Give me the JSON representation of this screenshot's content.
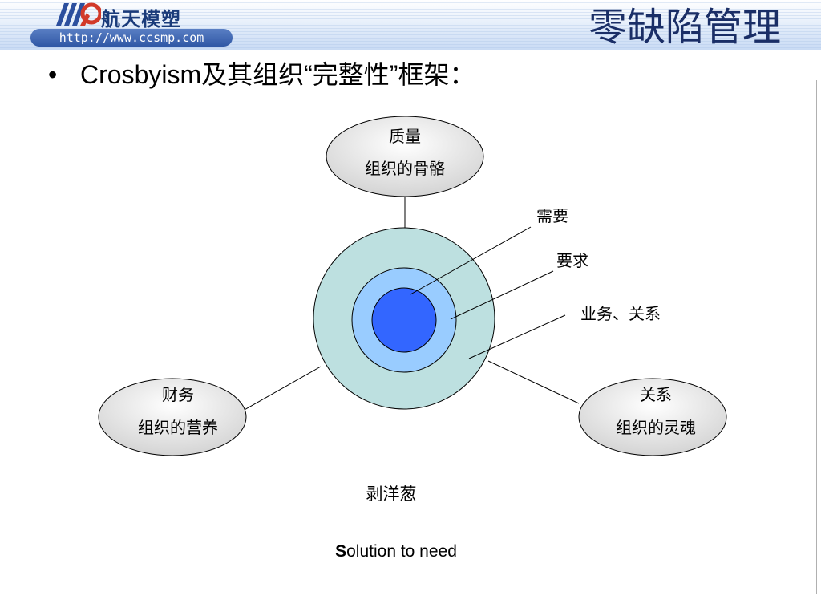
{
  "header": {
    "logo_text": "航天模塑",
    "url": "http://www.ccsmp.com",
    "title": "零缺陷管理"
  },
  "bullet": {
    "text": "Crosbyism及其组织“完整性”框架："
  },
  "diagram": {
    "top_node": {
      "line1": "质量",
      "line2": "组织的骨骼"
    },
    "left_node": {
      "line1": "财务",
      "line2": "组织的营养"
    },
    "right_node": {
      "line1": "关系",
      "line2": "组织的灵魂"
    },
    "ring_labels": {
      "inner": "需要",
      "middle": "要求",
      "outer": "业务、关系"
    },
    "colors": {
      "outer_ring": "#bde0e0",
      "middle_ring": "#99ccff",
      "inner_core": "#3366ff",
      "node_fill": "#e0e0e0"
    }
  },
  "captions": {
    "onion": "剥洋葱",
    "solution_first": "S",
    "solution_rest": "olution to need"
  }
}
